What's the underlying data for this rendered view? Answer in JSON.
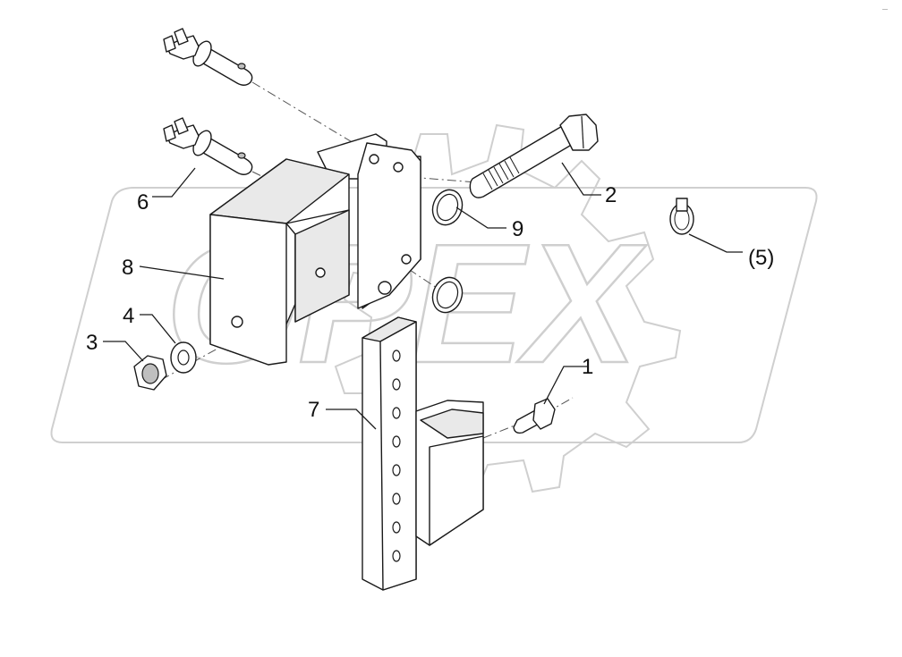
{
  "callouts": [
    {
      "id": "c1",
      "label": "1"
    },
    {
      "id": "c2",
      "label": "2"
    },
    {
      "id": "c3",
      "label": "3"
    },
    {
      "id": "c4",
      "label": "4"
    },
    {
      "id": "c5",
      "label": "(5)"
    },
    {
      "id": "c6",
      "label": "6"
    },
    {
      "id": "c7",
      "label": "7"
    },
    {
      "id": "c8",
      "label": "8"
    },
    {
      "id": "c9",
      "label": "9"
    }
  ],
  "watermark": {
    "text": "OPEX"
  },
  "corner_mark": "—"
}
